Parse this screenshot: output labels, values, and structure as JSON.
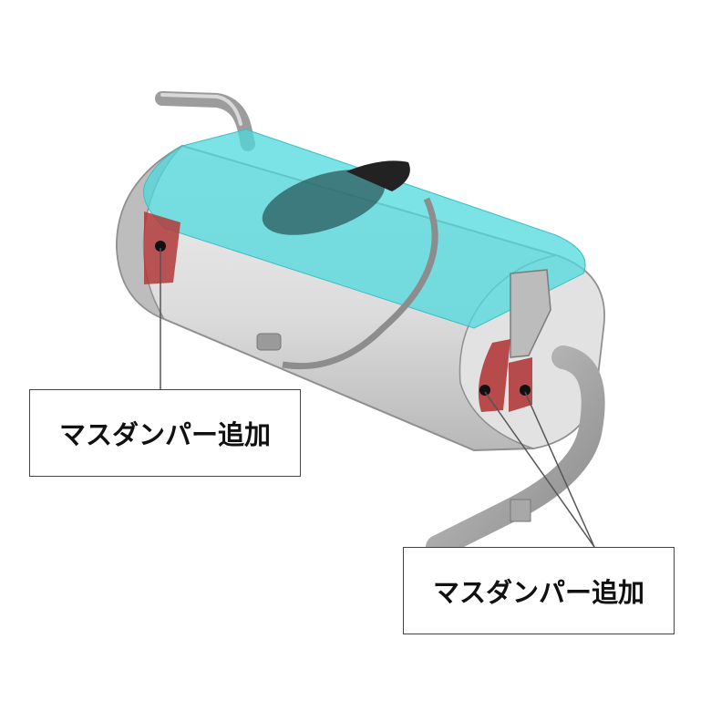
{
  "callouts": {
    "left": {
      "label": "マスダンパー追加"
    },
    "right": {
      "label": "マスダンパー追加"
    }
  },
  "colors": {
    "shell": "#d6d6d6",
    "shell_shadow": "#a9a9a9",
    "highlight": "#4fd8dc",
    "damper": "#b23a3a",
    "pipe": "#9c9c9c",
    "leader": "#555555"
  },
  "icons": [
    "muffler-illustration",
    "mass-damper-marker",
    "exhaust-pipe",
    "mounting-band"
  ]
}
